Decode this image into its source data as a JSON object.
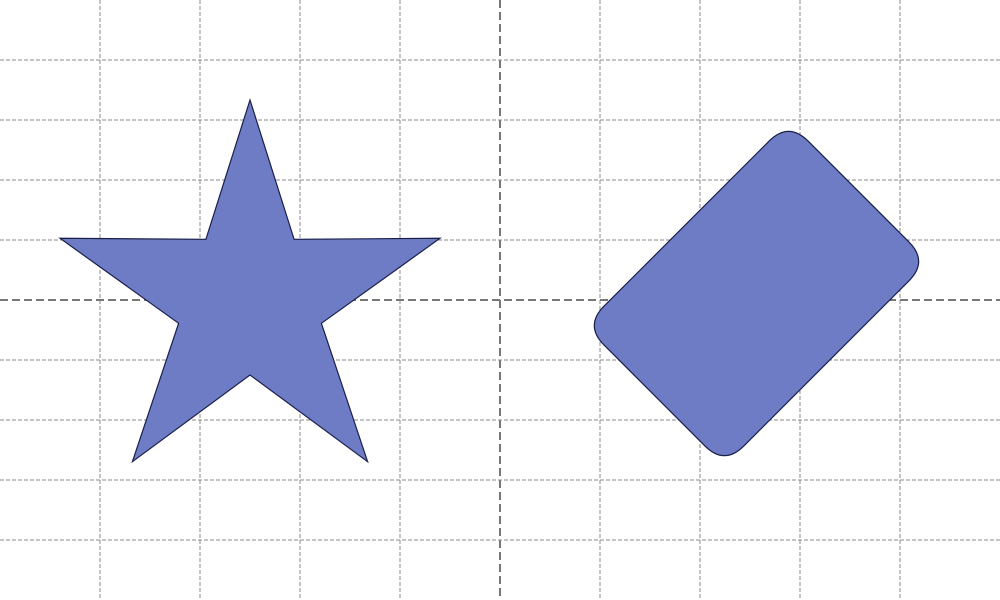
{
  "canvas": {
    "background_color": "#ffffff"
  },
  "grid": {
    "visible": true,
    "line_color": "#888888",
    "line_style": "dashed",
    "axes_emphasized": true,
    "axis_color": "#777777"
  },
  "shapes": [
    {
      "kind": "star",
      "points": 5,
      "fill_color": "#6d7cc4",
      "stroke_color": "#1a1f4a"
    },
    {
      "kind": "rounded-rectangle",
      "rotated": true,
      "fill_color": "#6d7cc4",
      "stroke_color": "#1a1f4a"
    }
  ]
}
